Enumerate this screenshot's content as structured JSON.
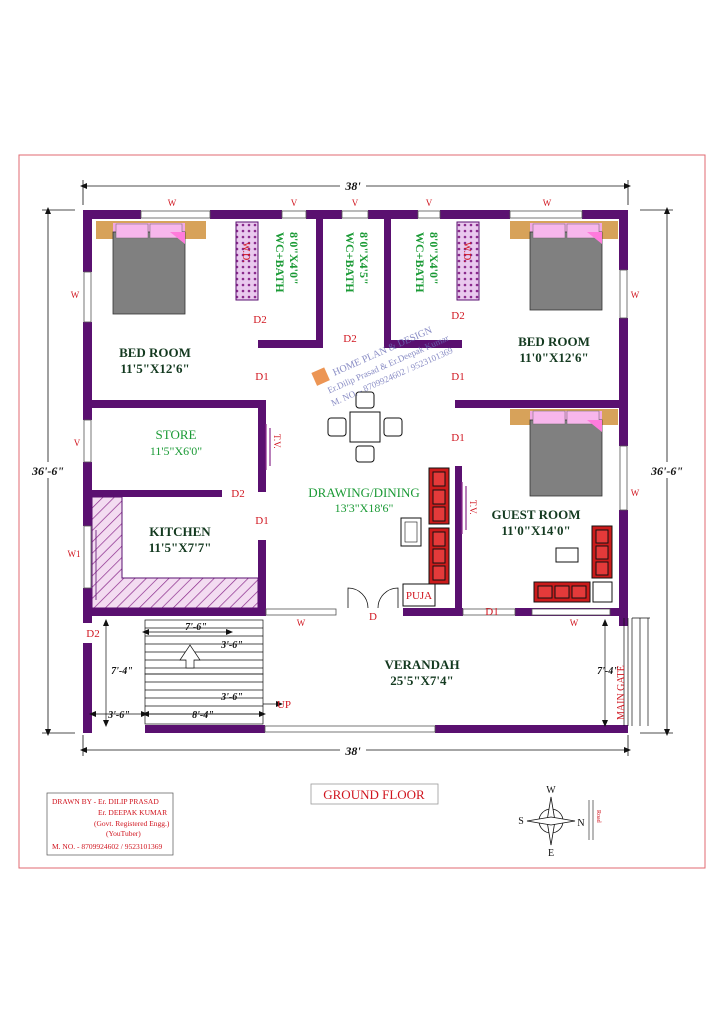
{
  "plan": {
    "width_label": "38'",
    "height_label": "36'-6\"",
    "title": "GROUND FLOOR",
    "watermark": {
      "lines": [
        "HOME PLAN & DESIGN",
        "Er.Dilip Prasad & Er.Deepak Kumar",
        "M. NO. - 8709924602 / 9523101369"
      ]
    },
    "rooms": {
      "bed1": {
        "name": "BED ROOM",
        "size": "11'5\"X12'6\""
      },
      "bed2": {
        "name": "BED ROOM",
        "size": "11'0\"X12'6\""
      },
      "guest": {
        "name": "GUEST ROOM",
        "size": "11'0\"X14'0\""
      },
      "store": {
        "name": "STORE",
        "size": "11'5\"X6'0\""
      },
      "kitchen": {
        "name": "KITCHEN",
        "size": "11'5\"X7'7\""
      },
      "drawing": {
        "name": "DRAWING/DINING",
        "size": "13'3\"X18'6\""
      },
      "verandah": {
        "name": "VERANDAH",
        "size": "25'5\"X7'4\""
      },
      "wc1": {
        "name": "WC+BATH",
        "size": "8'0\"X4'0\""
      },
      "wc2": {
        "name": "WC+BATH",
        "size": "8'0\"X4'5\""
      },
      "wc3": {
        "name": "WC+BATH",
        "size": "8'0\"X4'0\""
      },
      "puja": {
        "name": "PUJA"
      }
    },
    "tags": {
      "window": "W",
      "window_w1": "W1",
      "vent": "V",
      "door": "D",
      "door_d1": "D1",
      "door_d2": "D2",
      "wardrobe": "W.D.",
      "tv": "T.V.",
      "up": "UP",
      "main_gate": "MAIN GATE"
    },
    "stair_dims": {
      "a": "7'-6\"",
      "b": "3'-6\"",
      "c": "7'-4\"",
      "d": "3'-6\"",
      "e": "3'-6\"",
      "f": "8'-4\"",
      "verandah_h": "7'-4\""
    },
    "compass": {
      "n": "N",
      "s": "S",
      "e": "E",
      "w": "W",
      "road": "Road"
    },
    "credits": {
      "line1": "DRAWN BY -  Er. DILIP PRASAD",
      "line2": "Er. DEEPAK KUMAR",
      "line3": "(Govt. Registered Engg.)",
      "line4": "(YouTuber)",
      "line5": "M. NO. - 8709924602 / 9523101369"
    }
  }
}
